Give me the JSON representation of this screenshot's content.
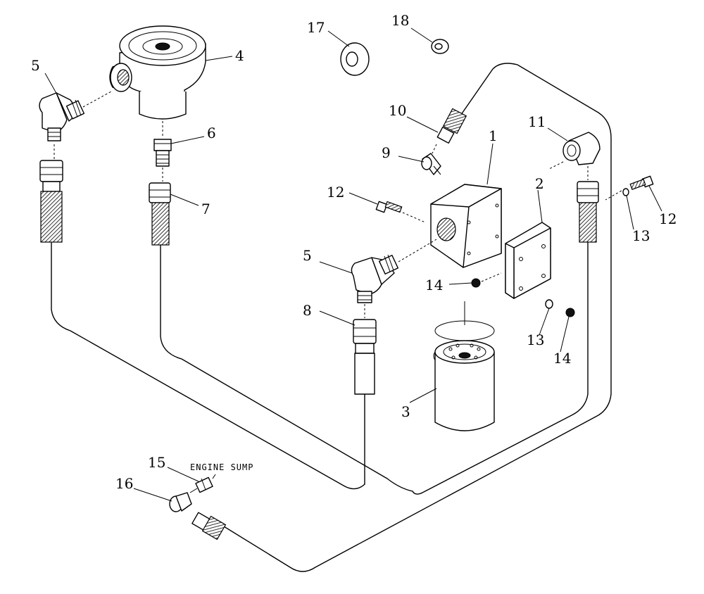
{
  "callouts": {
    "c1": "1",
    "c2": "2",
    "c3": "3",
    "c4": "4",
    "c5a": "5",
    "c5b": "5",
    "c6": "6",
    "c7": "7",
    "c8": "8",
    "c9": "9",
    "c10": "10",
    "c11": "11",
    "c12a": "12",
    "c12b": "12",
    "c13a": "13",
    "c13b": "13",
    "c14a": "14",
    "c14b": "14",
    "c15": "15",
    "c16": "16",
    "c17": "17",
    "c18": "18"
  },
  "notes": {
    "engine_sump": "ENGINE SUMP"
  }
}
